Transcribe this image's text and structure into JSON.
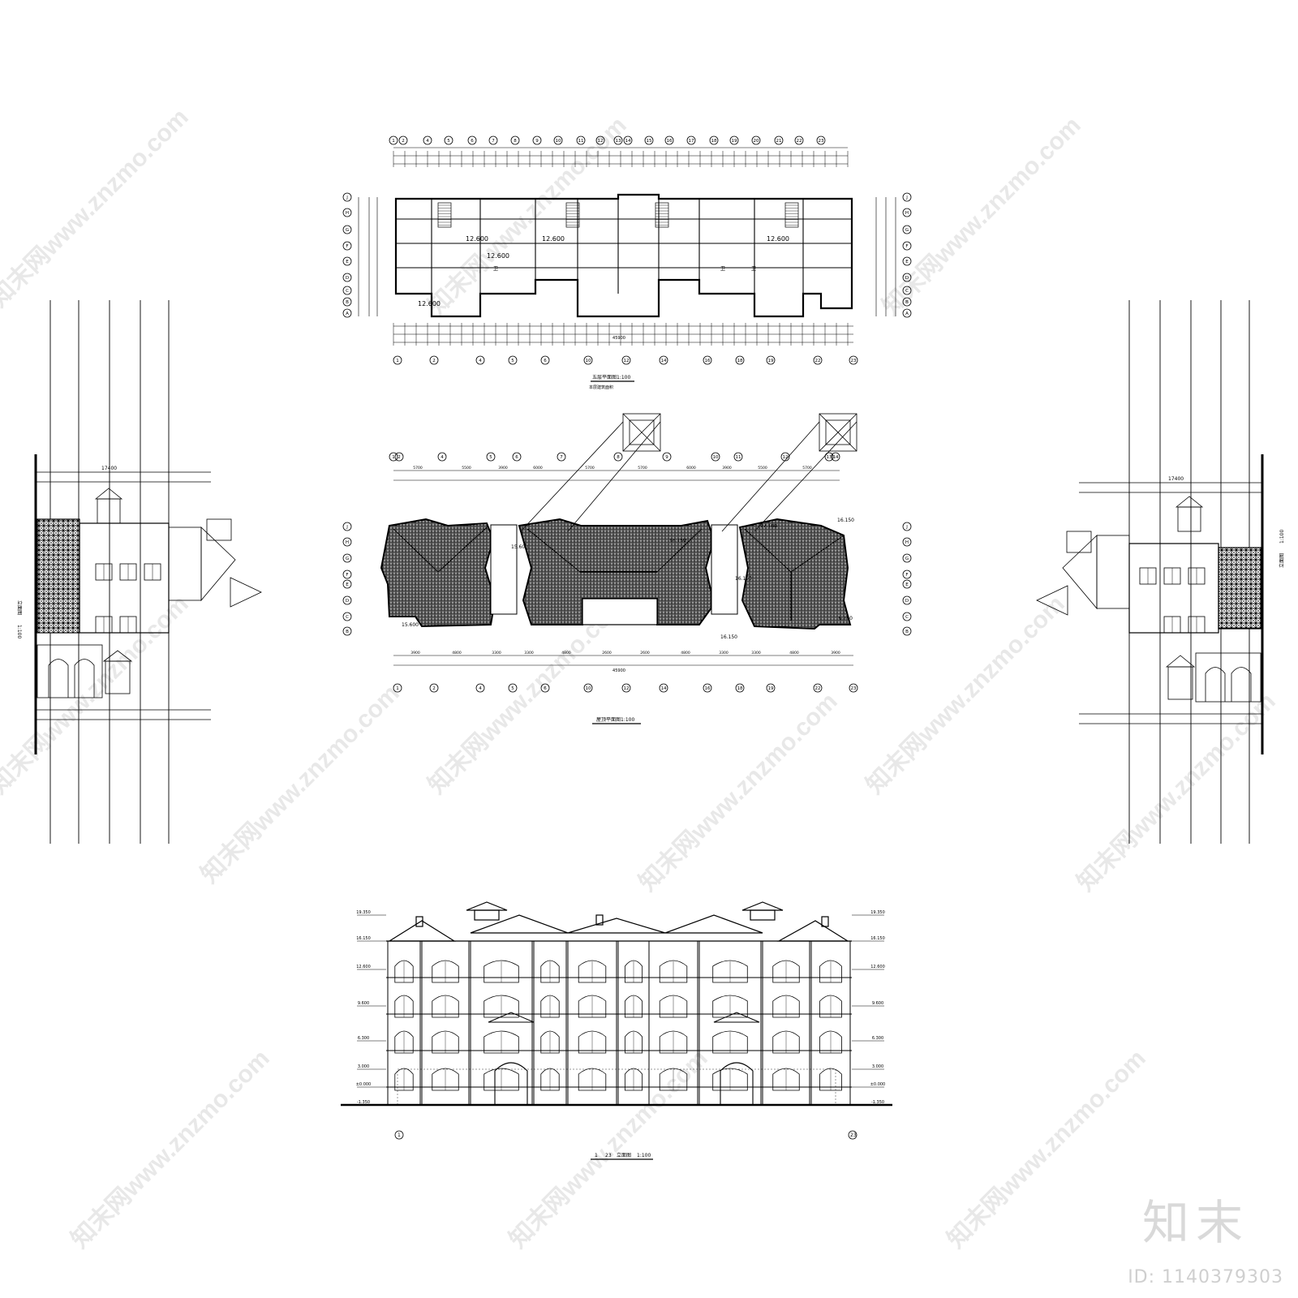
{
  "drawing": {
    "fifth_floor_plan": {
      "title": "五层平面图",
      "scale": "1:100",
      "area_note": "本层建筑面积",
      "elevations": [
        "12.600",
        "12.600",
        "12.600",
        "12.600",
        "12.600"
      ],
      "total_dim": "45900",
      "room_tags": [
        "卫",
        "卫",
        "卫"
      ],
      "top_axes": [
        "1",
        "2",
        "4",
        "5",
        "6",
        "7",
        "8",
        "9",
        "10",
        "11",
        "12",
        "13",
        "14",
        "15",
        "16",
        "17",
        "18",
        "19",
        "20",
        "21",
        "22",
        "23"
      ],
      "bottom_axes": [
        "1",
        "2",
        "4",
        "5",
        "6",
        "10",
        "12",
        "14",
        "16",
        "18",
        "19",
        "22",
        "23"
      ],
      "side_axes": [
        "J",
        "H",
        "G",
        "F",
        "E",
        "D",
        "C",
        "B",
        "A"
      ]
    },
    "roof_plan": {
      "title": "屋顶平面图",
      "scale": "1:100",
      "total_dim": "45900",
      "elevations": [
        "16.150",
        "17.100",
        "15.600",
        "16.150",
        "16.150",
        "15.600",
        "16.150",
        "16.150"
      ],
      "spans": [
        "5700",
        "5500",
        "3900",
        "6000",
        "5700",
        "5700",
        "6000",
        "3900",
        "5500",
        "5700"
      ],
      "bottom_spans": [
        "3900",
        "4800",
        "3300",
        "3300",
        "4800",
        "2600",
        "2600",
        "4800",
        "3300",
        "3300",
        "4800",
        "3900"
      ]
    },
    "front_elevation": {
      "title": "立面图",
      "axis_from": "1",
      "axis_to": "23",
      "scale": "1:100",
      "levels": [
        "19.350",
        "16.150",
        "12.600",
        "9.600",
        "6.300",
        "3.000",
        "±0.000",
        "-1.350"
      ]
    },
    "left_elevation": {
      "title": "立面图",
      "scale": "1:100",
      "total_dim": "17400"
    },
    "right_elevation": {
      "title": "立面图",
      "scale": "1:100",
      "total_dim": "17400"
    }
  },
  "watermark": {
    "text": "知末网www.znzmo.com",
    "brand": "知末",
    "id": "ID: 1140379303"
  },
  "colors": {
    "ink": "#000000",
    "watermark": "#e6e6e6",
    "brand": "#d9d9d9"
  }
}
